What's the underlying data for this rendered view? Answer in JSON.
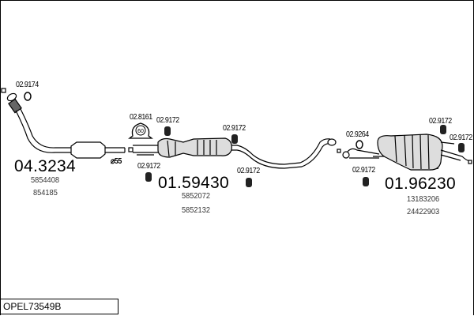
{
  "diagram_code": "OPEL73549B",
  "parts": [
    {
      "id": "front-pipe",
      "number": "04.3234",
      "oe": [
        "5854408",
        "854185"
      ]
    },
    {
      "id": "middle-silencer",
      "number": "01.59430",
      "oe": [
        "5852072",
        "5852132"
      ]
    },
    {
      "id": "rear-silencer",
      "number": "01.96230",
      "oe": [
        "13183206",
        "24422903"
      ]
    }
  ],
  "fittings": {
    "ring_front": "02.9174",
    "clamp": "02.8161",
    "clamp_size": "60",
    "hanger_1": "02.9172",
    "hanger_2": "02.9172",
    "hanger_3": "02.9172",
    "hanger_4": "02.9172",
    "ring_rear": "02.9264",
    "hanger_5": "02.9172",
    "hanger_6": "02.9172",
    "hanger_7": "02.9172"
  },
  "diameter_label": "⌀55"
}
